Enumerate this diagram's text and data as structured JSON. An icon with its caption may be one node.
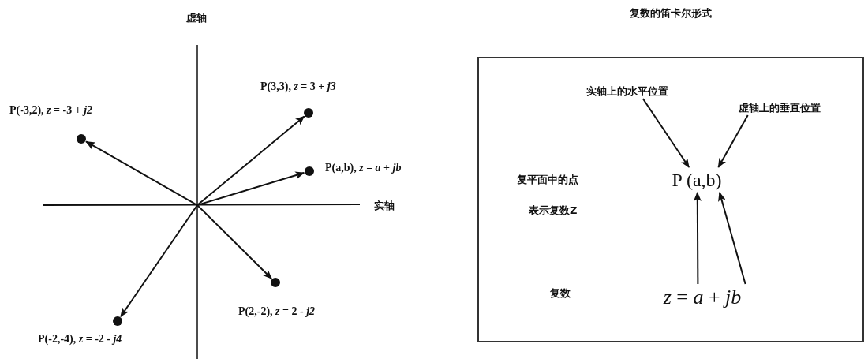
{
  "diagram": {
    "nodes": [
      {
        "text": [],
        "shape": "circle",
        "beside": [
          "P(3,3), *z* = 3 + *j3*"
        ]
      },
      {
        "text": [],
        "shape": "circle",
        "beside": [
          "P(-3,2), *z* = -3 + *j2*"
        ]
      },
      {
        "text": [],
        "shape": "circle",
        "beside": [
          "P(a,b), *z* = *a* + *jb*"
        ]
      },
      {
        "text": [],
        "shape": "circle",
        "beside": [
          "P(2,-2), *z* = 2 - *j2*"
        ]
      },
      {
        "text": [],
        "shape": "circle",
        "beside": [
          "P(-2,-4), *z* = -2 - *j4*"
        ]
      },
      {
        "text": [
          "复数的笛卡尔形式"
        ]
      },
      {
        "text": [
          "实轴上的水平位置"
        ],
        "in": 5
      },
      {
        "text": [
          "虚轴上的垂直位置"
        ],
        "in": 5
      },
      {
        "text": [
          "P (a,b)"
        ],
        "in": 5
      },
      {
        "text": [
          "*z* = *a* + *jb*"
        ],
        "in": 5
      }
    ],
    "edges": [
      {
        "from": null,
        "to": 0,
        "arrow": "to"
      },
      {
        "from": null,
        "to": 1,
        "arrow": "to"
      },
      {
        "from": null,
        "to": 2,
        "arrow": "to"
      },
      {
        "from": null,
        "to": 3,
        "arrow": "to"
      },
      {
        "from": null,
        "to": 4,
        "arrow": "to"
      },
      {
        "from": 6,
        "to": 8,
        "arrow": "to"
      },
      {
        "from": 7,
        "to": 8,
        "arrow": "to"
      },
      {
        "from": 9,
        "to": 8,
        "arrow": "to"
      },
      {
        "from": 9,
        "to": 8,
        "arrow": "to"
      }
    ],
    "labels": [
      "虚轴",
      "实轴",
      "复平面中的点",
      "表示复数Z",
      "复数"
    ]
  }
}
